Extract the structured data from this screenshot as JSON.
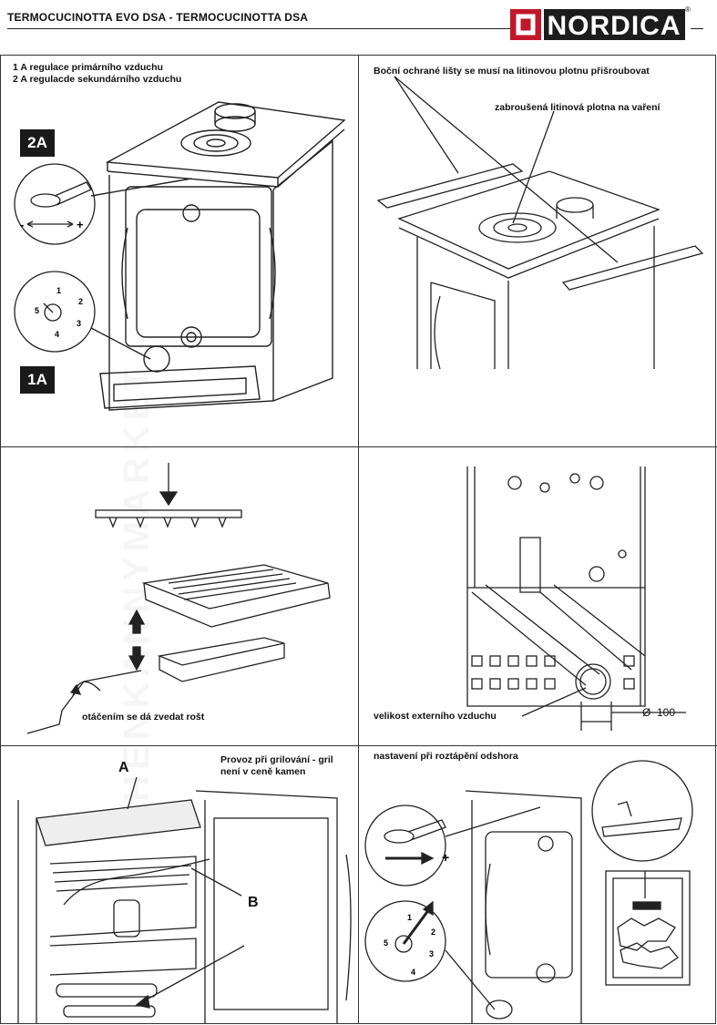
{
  "header": {
    "title": "TERMOCUCINOTTA EVO DSA  -  TERMOCUCINOTTA DSA",
    "brand_logo": "NORDICA",
    "brand_mark": "®"
  },
  "panel1": {
    "label": "1 A regulace primárního vzduchu\n2 A regulacde sekundárního vzduchu",
    "badge_top": "2A",
    "badge_bottom": "1A",
    "minus": "-",
    "plus": "+",
    "dial_numbers": [
      "1",
      "2",
      "3",
      "4",
      "5"
    ]
  },
  "panel2": {
    "label_top": "Boční ochrané lišty se musí na litinovou plotnu přišroubovat",
    "label_plate": "zabroušená litinová plotna na vaření"
  },
  "panel3": {
    "label": "otáčením se dá zvedat rošt"
  },
  "panel4": {
    "label": "velikost externího vzduchu",
    "dimension": "Ø  100"
  },
  "panel5": {
    "label": "Provoz při grilování - gril\nnení v ceně kamen",
    "marker_a": "A",
    "marker_b": "B"
  },
  "panel6": {
    "label": "nastavení při roztápění odshora",
    "plus": "+",
    "dial_numbers": [
      "1",
      "2",
      "3",
      "4",
      "5"
    ]
  },
  "watermark": "HENKANNYMARKET"
}
